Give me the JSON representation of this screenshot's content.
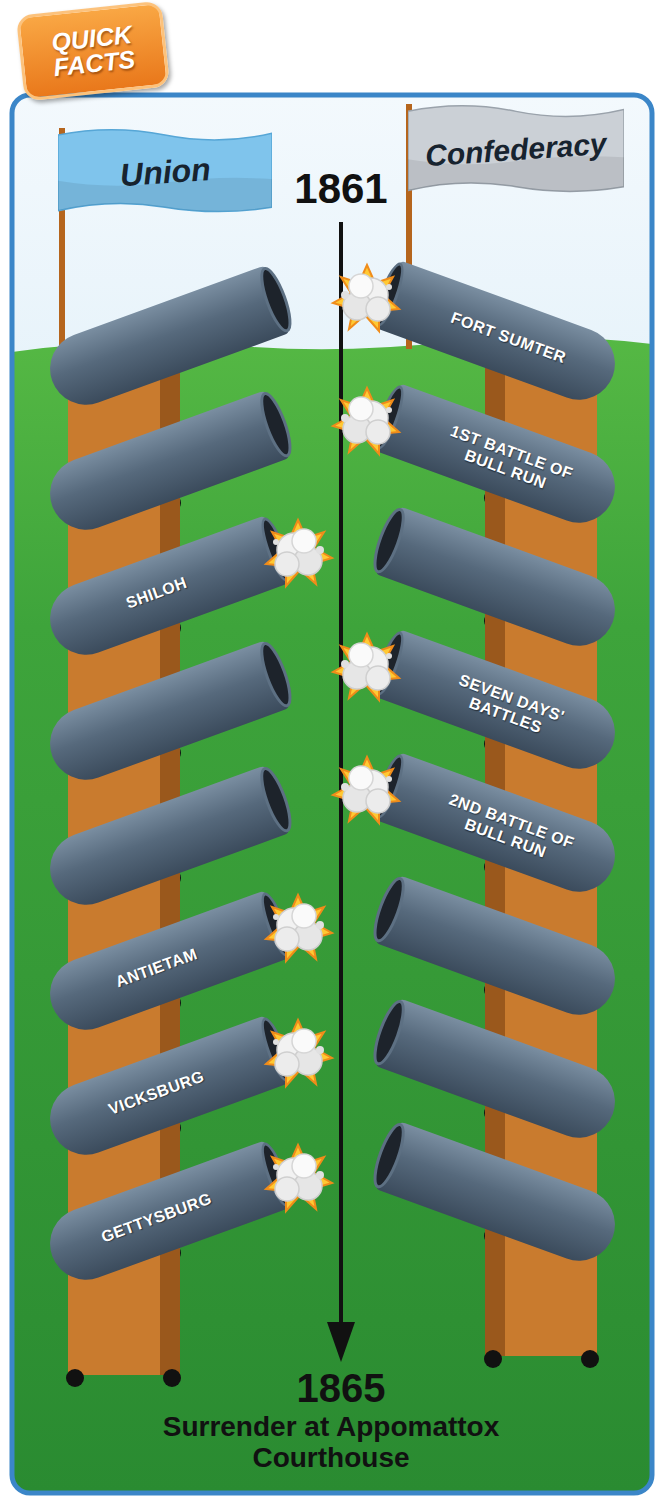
{
  "diagram": {
    "nodes": [
      {
        "text": [
          "QUICK FACTS"
        ]
      },
      {
        "text": [
          "Union"
        ]
      },
      {
        "text": [
          "Confederacy"
        ]
      },
      {
        "text": [
          "FORT SUMTER"
        ]
      },
      {
        "text": [
          "1ST BATTLE OF BULL RUN"
        ]
      },
      {
        "text": [
          "SHILOH"
        ]
      },
      {
        "text": [
          "SEVEN DAYS' BATTLES"
        ]
      },
      {
        "text": [
          "2ND BATTLE OF BULL RUN"
        ]
      },
      {
        "text": [
          "ANTIETAM"
        ]
      },
      {
        "text": [
          "VICKSBURG"
        ]
      },
      {
        "text": [
          "GETTYSBURG"
        ]
      }
    ],
    "labels": [
      "1861",
      "1865",
      "Surrender at Appomattox Courthouse"
    ]
  }
}
